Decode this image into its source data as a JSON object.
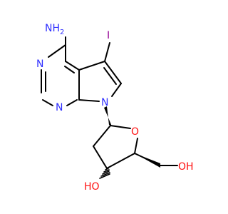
{
  "colors": {
    "background": "#ffffff",
    "bond": "#000000",
    "nitrogen": "#3030ff",
    "oxygen": "#ff0d0d",
    "iodine": "#940094"
  },
  "labels": {
    "amine": "NH",
    "amine_subscript": "2",
    "iodine": "I",
    "n_pyrimidine_top": "N",
    "n_pyrimidine_bottom": "N",
    "n_pyrrole": "N",
    "ring_oxygen": "O",
    "hydroxyl_right": "OH",
    "hydroxyl_bottom": "HO"
  }
}
